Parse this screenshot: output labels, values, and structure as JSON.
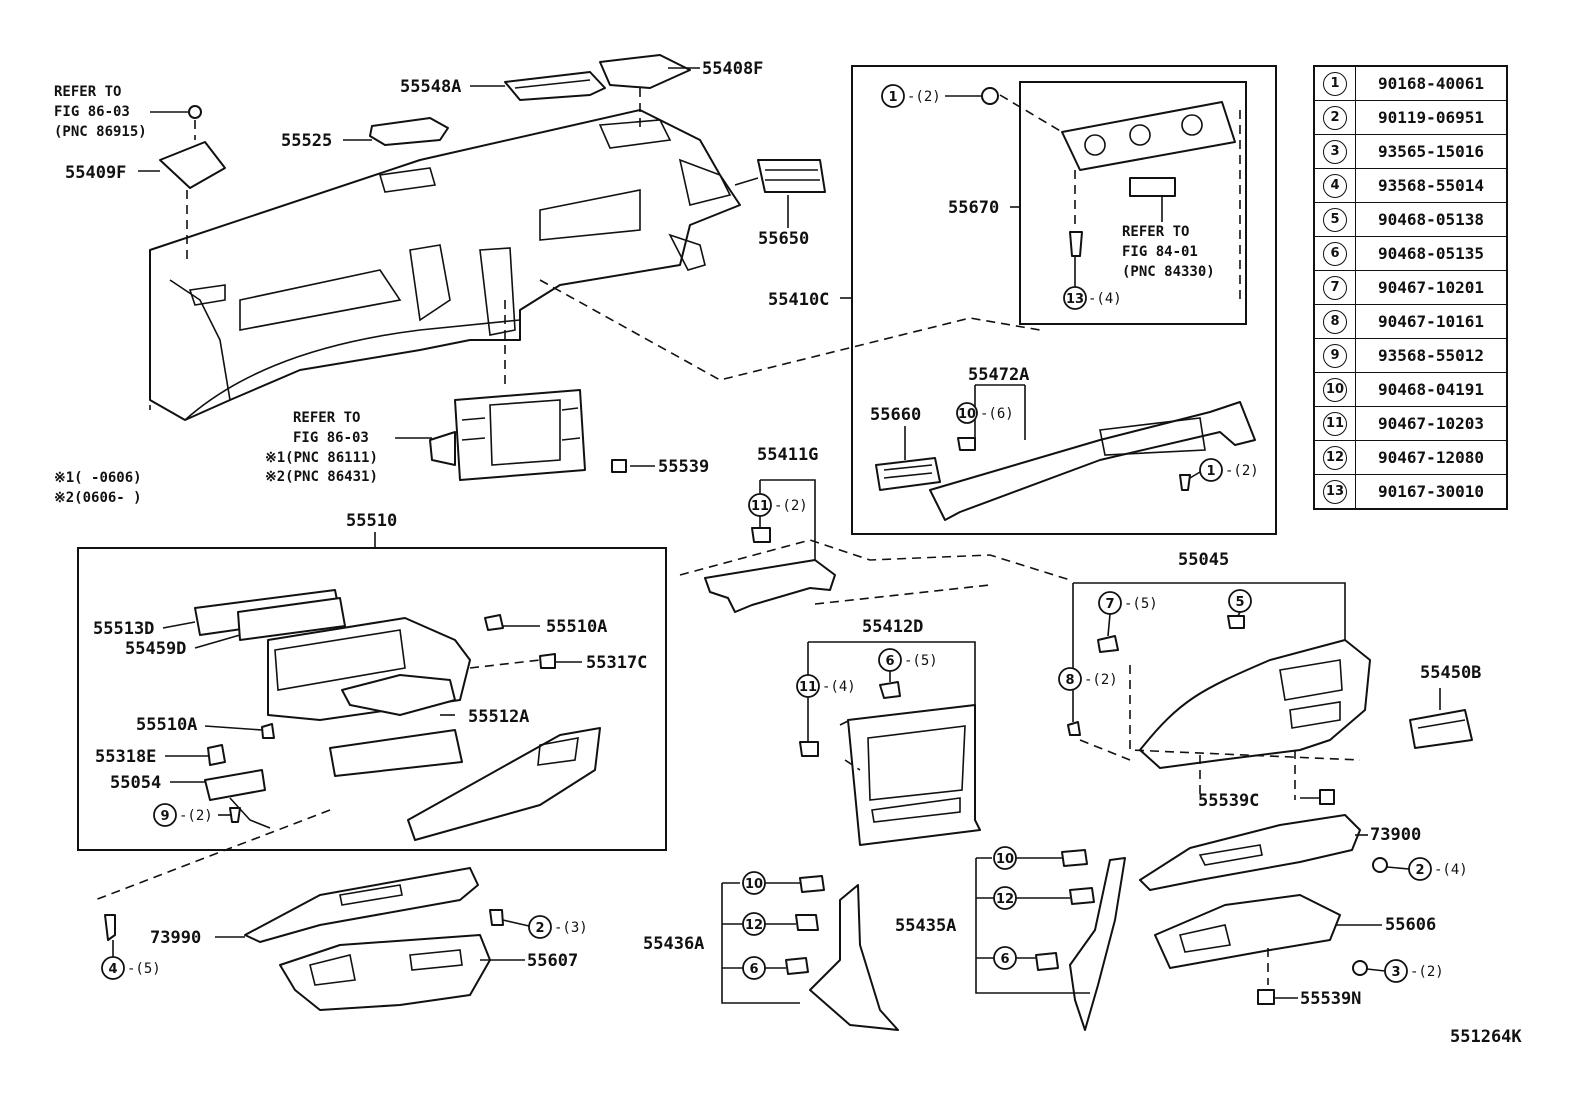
{
  "diagram_code": "551264K",
  "legend": [
    {
      "key": "1",
      "part": "90168-40061"
    },
    {
      "key": "2",
      "part": "90119-06951"
    },
    {
      "key": "3",
      "part": "93565-15016"
    },
    {
      "key": "4",
      "part": "93568-55014"
    },
    {
      "key": "5",
      "part": "90468-05138"
    },
    {
      "key": "6",
      "part": "90468-05135"
    },
    {
      "key": "7",
      "part": "90467-10201"
    },
    {
      "key": "8",
      "part": "90467-10161"
    },
    {
      "key": "9",
      "part": "93568-55012"
    },
    {
      "key": "10",
      "part": "90468-04191"
    },
    {
      "key": "11",
      "part": "90467-10203"
    },
    {
      "key": "12",
      "part": "90467-12080"
    },
    {
      "key": "13",
      "part": "90167-30010"
    }
  ],
  "labels": {
    "p55408F": "55408F",
    "p55548A": "55548A",
    "p55525": "55525",
    "p55409F": "55409F",
    "p55650": "55650",
    "p55670": "55670",
    "p55410C": "55410C",
    "p55472A": "55472A",
    "p55660": "55660",
    "p55539": "55539",
    "p55411G": "55411G",
    "p55510": "55510",
    "p55513D": "55513D",
    "p55459D": "55459D",
    "p55510A_1": "55510A",
    "p55317C": "55317C",
    "p55510A_2": "55510A",
    "p55512A": "55512A",
    "p55318E": "55318E",
    "p55054": "55054",
    "p55412D": "55412D",
    "p55045": "55045",
    "p55450B": "55450B",
    "p55539C": "55539C",
    "p73900": "73900",
    "p55606": "55606",
    "p55539N": "55539N",
    "p73990": "73990",
    "p55607": "55607",
    "p55436A": "55436A",
    "p55435A": "55435A"
  },
  "refer_86_03a": {
    "l1": "REFER TO",
    "l2": "FIG 86-03",
    "l3": "(PNC 86915)"
  },
  "refer_84_01": {
    "l1": "REFER TO",
    "l2": "FIG 84-01",
    "l3": "(PNC 84330)"
  },
  "refer_86_03b": {
    "l1": "REFER TO",
    "l2": "FIG 86-03",
    "l3": "※1(PNC 86111)",
    "l4": "※2(PNC 86431)"
  },
  "notes": {
    "n1": "※1(      -0606)",
    "n2": "※2(0606-      )"
  },
  "callouts": {
    "c1a": {
      "num": "1",
      "qty": "-(2)"
    },
    "c13": {
      "num": "13",
      "qty": "-(4)"
    },
    "c10a": {
      "num": "10",
      "qty": "-(6)"
    },
    "c1b": {
      "num": "1",
      "qty": "-(2)"
    },
    "c11a": {
      "num": "11",
      "qty": "-(2)"
    },
    "c6a": {
      "num": "6",
      "qty": "-(5)"
    },
    "c11b": {
      "num": "11",
      "qty": "-(4)"
    },
    "c7": {
      "num": "7",
      "qty": "-(5)"
    },
    "c5": {
      "num": "5",
      "qty": ""
    },
    "c8": {
      "num": "8",
      "qty": "-(2)"
    },
    "c9": {
      "num": "9",
      "qty": "-(2)"
    },
    "c2a": {
      "num": "2",
      "qty": "-(3)"
    },
    "c4": {
      "num": "4",
      "qty": "-(5)"
    },
    "c2b": {
      "num": "2",
      "qty": "-(4)"
    },
    "c3": {
      "num": "3",
      "qty": "-(2)"
    },
    "c10b": {
      "num": "10",
      "qty": ""
    },
    "c12a": {
      "num": "12",
      "qty": ""
    },
    "c6b": {
      "num": "6",
      "qty": ""
    },
    "c10c": {
      "num": "10",
      "qty": ""
    },
    "c12b": {
      "num": "12",
      "qty": ""
    },
    "c6c": {
      "num": "6",
      "qty": ""
    }
  }
}
